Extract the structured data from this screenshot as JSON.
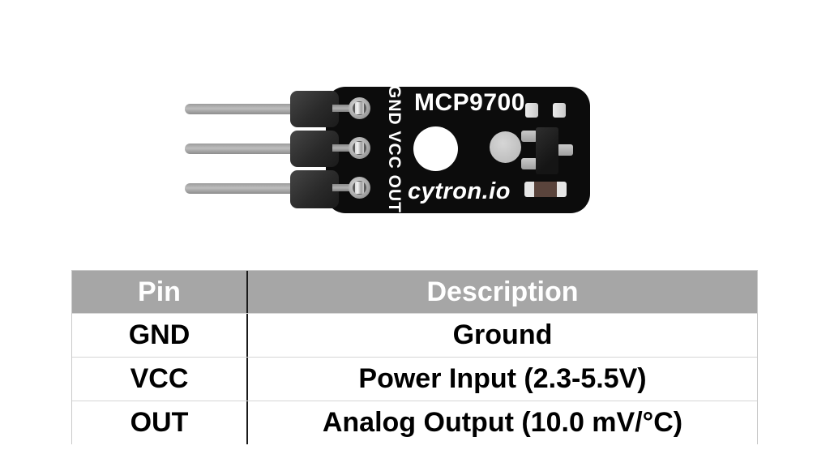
{
  "page": {
    "background_color": "#ffffff"
  },
  "module": {
    "chip_label": "MCP9700",
    "brand_label": "cytron.io",
    "silkscreen_pin_labels": "GND VCC OUT",
    "pcb_color": "#0c0c0c",
    "pin_count": 3
  },
  "pinout_table": {
    "header_bg_color": "#a6a6a6",
    "divider_color": "#1a1a1a",
    "headers": {
      "pin": "Pin",
      "description": "Description"
    },
    "rows": [
      {
        "pin": "GND",
        "description": "Ground"
      },
      {
        "pin": "VCC",
        "description": "Power Input (2.3-5.5V)"
      },
      {
        "pin": "OUT",
        "description": "Analog Output (10.0 mV/°C)"
      }
    ]
  }
}
